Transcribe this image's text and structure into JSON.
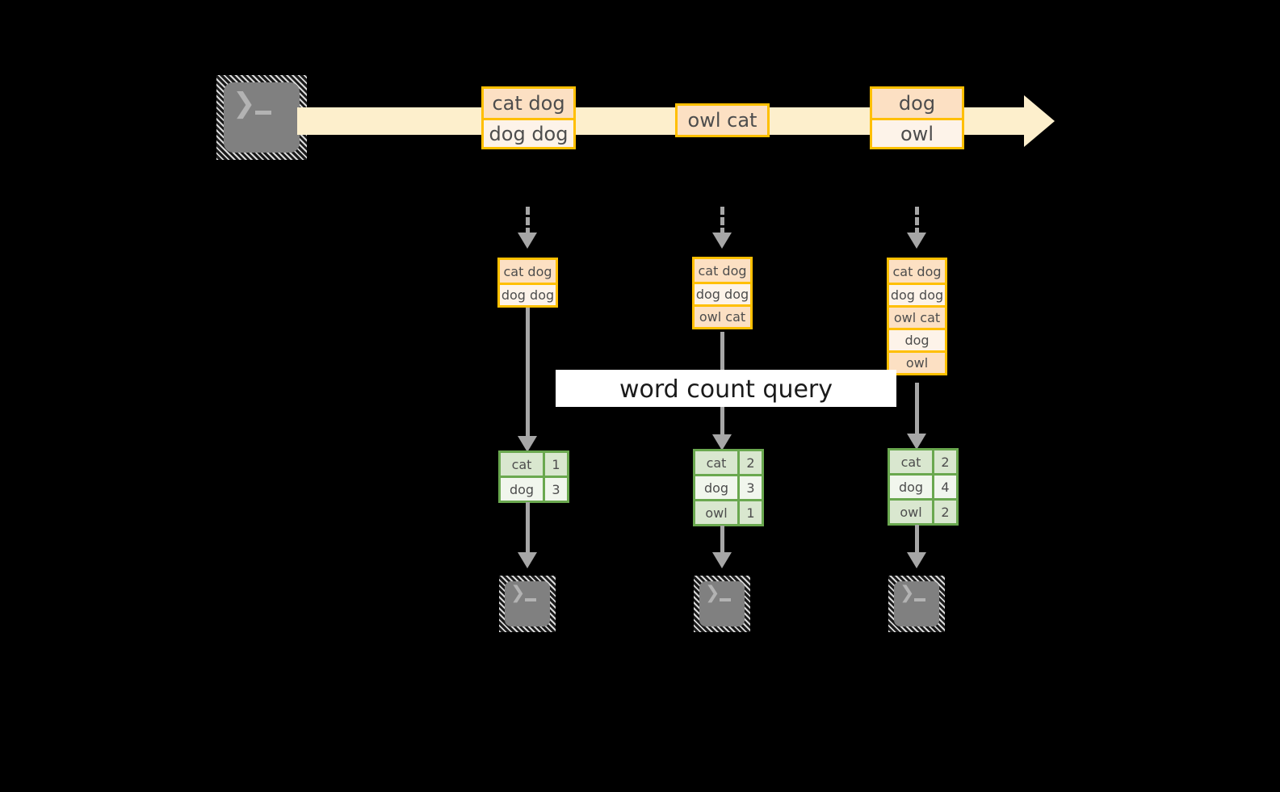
{
  "diagram": {
    "title": "word count query streaming diagram",
    "label": "word count query",
    "colors": {
      "stream_band": "#fdefcc",
      "box_border": "#ffbf00",
      "box_fill_dark": "#fce0c3",
      "box_fill_light": "#fdf3e9",
      "table_border": "#6aa84f",
      "table_fill_dark": "#d9e7cf",
      "table_fill_light": "#f1f6ed",
      "arrow": "#a6a6a6",
      "terminal": "#808080",
      "background": "#000000",
      "label_band": "#ffffff"
    }
  },
  "source": {
    "icon": "terminal-icon"
  },
  "stream": {
    "events": [
      {
        "lines": [
          "cat dog",
          "dog dog"
        ]
      },
      {
        "lines": [
          "owl cat"
        ]
      },
      {
        "lines": [
          "dog",
          "owl"
        ]
      }
    ]
  },
  "snapshots": [
    {
      "input_lines": [
        "cat dog",
        "dog dog"
      ],
      "result": {
        "rows": [
          {
            "word": "cat",
            "count": "1"
          },
          {
            "word": "dog",
            "count": "3"
          }
        ]
      },
      "sink_icon": "terminal-icon"
    },
    {
      "input_lines": [
        "cat dog",
        "dog dog",
        "owl cat"
      ],
      "result": {
        "rows": [
          {
            "word": "cat",
            "count": "2"
          },
          {
            "word": "dog",
            "count": "3"
          },
          {
            "word": "owl",
            "count": "1"
          }
        ]
      },
      "sink_icon": "terminal-icon"
    },
    {
      "input_lines": [
        "cat dog",
        "dog dog",
        "owl cat",
        "dog",
        "owl"
      ],
      "result": {
        "rows": [
          {
            "word": "cat",
            "count": "2"
          },
          {
            "word": "dog",
            "count": "4"
          },
          {
            "word": "owl",
            "count": "2"
          }
        ]
      },
      "sink_icon": "terminal-icon"
    }
  ]
}
